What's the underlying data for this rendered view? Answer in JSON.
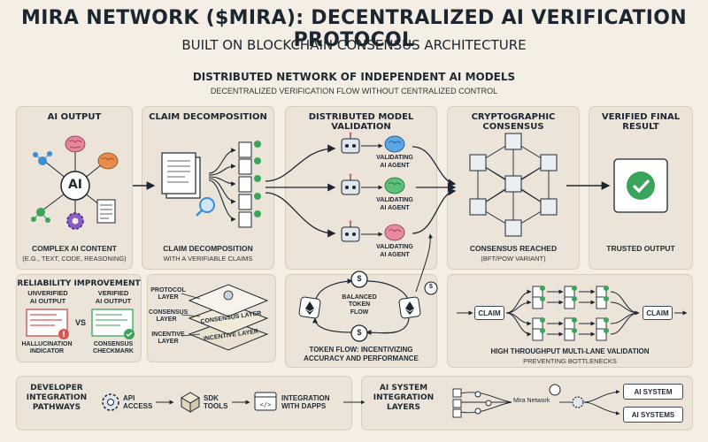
{
  "header": {
    "title": "MIRA NETWORK ($MIRA): DECENTRALIZED AI VERIFICATION PROTOCOL",
    "subtitle": "BUILT ON BLOCKCHAIN CONSENSUS ARCHITECTURE"
  },
  "section": {
    "title": "DISTRIBUTED NETWORK OF INDEPENDENT AI MODELS",
    "subtitle": "DECENTRALIZED VERIFICATION FLOW WITHOUT CENTRALIZED CONTROL"
  },
  "stages": {
    "ai_output": {
      "heading": "AI OUTPUT",
      "center_label": "AI",
      "caption": "COMPLEX AI CONTENT",
      "caption_sub": "(E.G., TEXT, CODE, REASONING)"
    },
    "claim": {
      "heading": "CLAIM DECOMPOSITION",
      "caption": "CLAIM DECOMPOSITION",
      "caption_sub": "WITH A VERIFIABLE CLAIMS"
    },
    "validation": {
      "heading": "DISTRIBUTED MODEL VALIDATION",
      "agent_label_1": "VALIDATING",
      "agent_label_2": "AI AGENT"
    },
    "consensus": {
      "heading": "CRYPTOGRAPHIC CONSENSUS",
      "caption": "CONSENSUS REACHED",
      "caption_sub": "(BFT/POW VARIANT)"
    },
    "result": {
      "heading": "VERIFIED FINAL RESULT",
      "caption": "TRUSTED OUTPUT"
    }
  },
  "reliability": {
    "heading": "RELIABILITY IMPROVEMENT",
    "unverified_1": "UNVERIFIED",
    "unverified_2": "AI OUTPUT",
    "verified_1": "VERIFIED",
    "verified_2": "AI OUTPUT",
    "vs": "VS",
    "hallucination_1": "HALLUCINATION",
    "hallucination_2": "INDICATOR",
    "checkmark_1": "CONSENSUS",
    "checkmark_2": "CHECKMARK"
  },
  "layers": {
    "protocol_1": "PROTOCOL",
    "protocol_2": "LAYER",
    "consensus_1": "CONSENSUS",
    "consensus_2": "LAYER",
    "incentive_1": "INCENTIVE",
    "incentive_2": "LAYER",
    "stack_consensus": "CONSENSUS LAYER",
    "stack_incentive": "INCENTIVE LAYER"
  },
  "token": {
    "center_1": "BALANCED",
    "center_2": "TOKEN",
    "center_3": "FLOW",
    "symbol": "$",
    "caption_1": "TOKEN FLOW: INCENTIVIZING",
    "caption_2": "ACCURACY AND PERFORMANCE"
  },
  "throughput": {
    "claim_left": "CLAIM",
    "claim_right": "CLAIM",
    "caption": "HIGH THROUGHPUT MULTI-LANE VALIDATION",
    "caption_sub": "PREVENTING BOTTLENECKS"
  },
  "developer": {
    "heading_1": "DEVELOPER",
    "heading_2": "INTEGRATION",
    "heading_3": "PATHWAYS",
    "api_1": "API",
    "api_2": "ACCESS",
    "sdk_1": "SDK",
    "sdk_2": "TOOLS",
    "integration_1": "INTEGRATION",
    "integration_2": "WITH DAPPS"
  },
  "ai_system": {
    "heading_1": "AI SYSTEM",
    "heading_2": "INTEGRATION",
    "heading_3": "LAYERS",
    "network_label": "Mira Network",
    "system_1": "AI SYSTEM",
    "system_2": "AI SYSTEMS"
  },
  "colors": {
    "background": "#f4eee4",
    "panel": "#ece4d8",
    "ink": "#1c2631",
    "accent_blue": "#3b8fd6",
    "accent_green": "#3aa55a",
    "accent_pink": "#e06a8a"
  }
}
